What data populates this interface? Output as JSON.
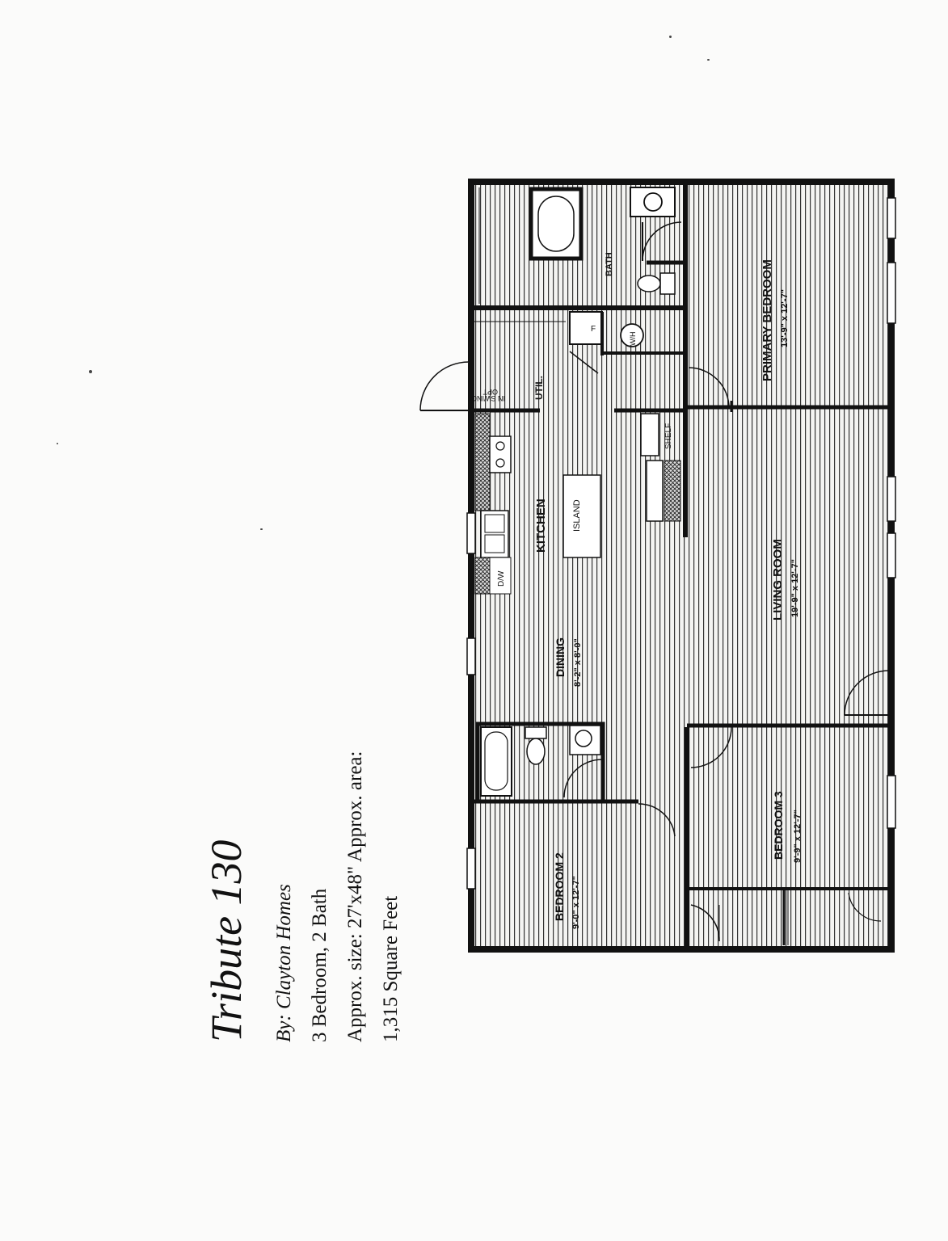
{
  "title": "Tribute 130",
  "builder": "By: Clayton Homes",
  "beds_baths": "3 Bedroom, 2 Bath",
  "size": "Approx. size: 27'x48\" Approx. area:",
  "area": "1,315 Square Feet",
  "rooms": {
    "primary_bedroom": {
      "name": "PRIMARY BEDROOM",
      "dims": "13'-9\" x 12'-7\""
    },
    "living_room": {
      "name": "LIVING ROOM",
      "dims": "19'-9\" x 12'-7\""
    },
    "bedroom3": {
      "name": "BEDROOM 3",
      "dims": "9'-9\" x 12'-7\""
    },
    "bedroom2": {
      "name": "BEDROOM 2",
      "dims": "9'-0\" x 12'-7\""
    },
    "dining": {
      "name": "DINING",
      "dims": "8'-2\" x 8'-0\""
    },
    "kitchen": {
      "name": "KITCHEN"
    },
    "island": "ISLAND",
    "bath": "BATH",
    "util": "UTIL.",
    "shelf": "SHELF",
    "wh": "W/H",
    "furnace": "F",
    "dw": "D/W",
    "door_note_1": "OPT",
    "door_note_2": "IN SWING"
  }
}
